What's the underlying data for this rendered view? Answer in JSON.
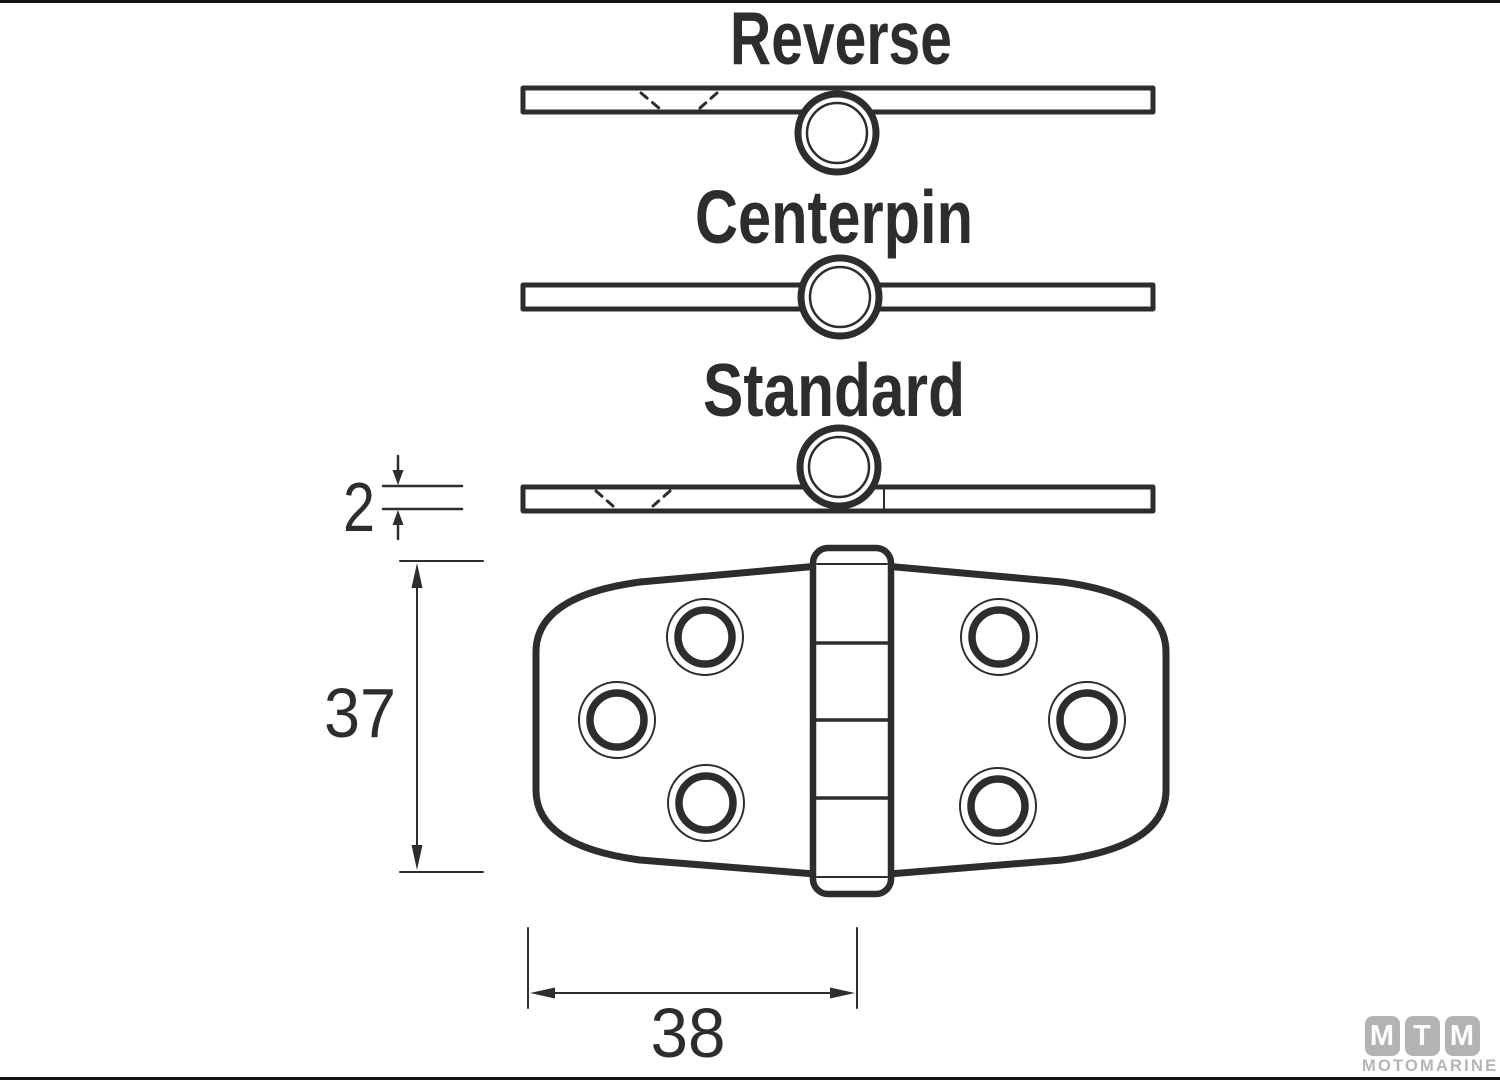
{
  "views": [
    {
      "label": "Reverse"
    },
    {
      "label": "Centerpin"
    },
    {
      "label": "Standard"
    }
  ],
  "dimensions": {
    "thickness": "2",
    "height": "37",
    "width": "38"
  },
  "logo": {
    "blocks": [
      "M",
      "T",
      "M"
    ],
    "name": "MOTOMARINE"
  },
  "colors": {
    "line": "#2d2d2d",
    "logo_gray": "#b3b3b3",
    "background": "#ffffff"
  }
}
